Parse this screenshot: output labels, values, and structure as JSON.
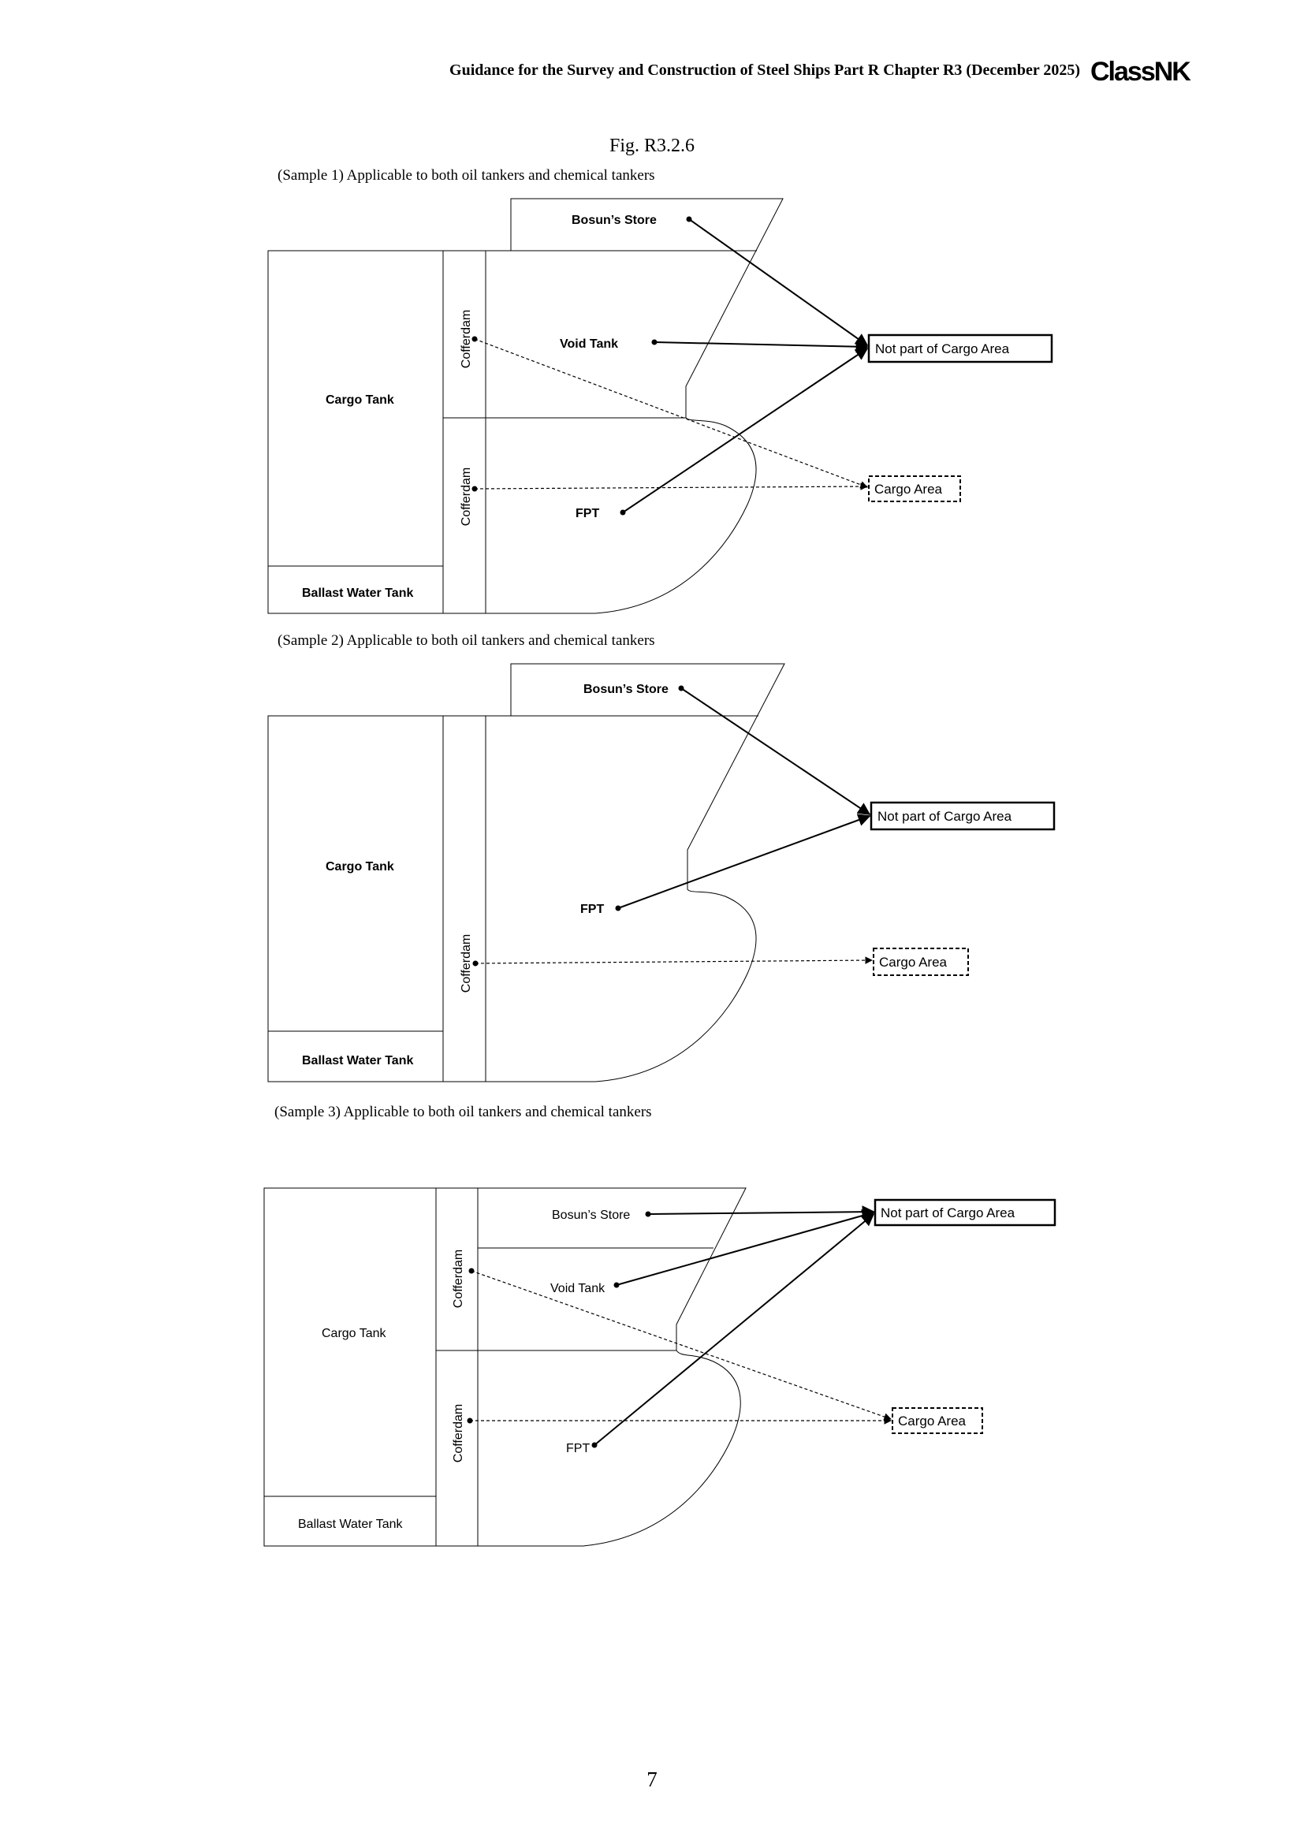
{
  "header": {
    "title": "Guidance for the Survey and Construction of Steel Ships Part R Chapter R3 (December 2025)",
    "logo": "ClassNK"
  },
  "figure": {
    "title": "Fig. R3.2.6"
  },
  "samples": [
    {
      "caption": "(Sample 1) Applicable to both oil tankers and chemical tankers",
      "labels": {
        "bosuns_store": "Bosun’s Store",
        "cargo_tank": "Cargo Tank",
        "ballast": "Ballast Water Tank",
        "cofferdam_upper": "Cofferdam",
        "cofferdam_lower": "Cofferdam",
        "void_tank": "Void Tank",
        "fpt": "FPT",
        "not_cargo": "Not part of Cargo Area",
        "cargo_area": "Cargo Area"
      }
    },
    {
      "caption": "(Sample 2) Applicable to both oil tankers and chemical tankers",
      "labels": {
        "bosuns_store": "Bosun’s Store",
        "cargo_tank": "Cargo Tank",
        "ballast": "Ballast Water Tank",
        "cofferdam": "Cofferdam",
        "fpt": "FPT",
        "not_cargo": "Not part of Cargo Area",
        "cargo_area": "Cargo Area"
      }
    },
    {
      "caption": "(Sample 3) Applicable to both oil tankers and chemical tankers",
      "labels": {
        "bosuns_store": "Bosun’s Store",
        "cargo_tank": "Cargo Tank",
        "ballast": "Ballast Water Tank",
        "cofferdam_upper": "Cofferdam",
        "cofferdam_lower": "Cofferdam",
        "void_tank": "Void Tank",
        "fpt": "FPT",
        "not_cargo": "Not part of Cargo Area",
        "cargo_area": "Cargo Area"
      }
    }
  ],
  "page_number": "7"
}
